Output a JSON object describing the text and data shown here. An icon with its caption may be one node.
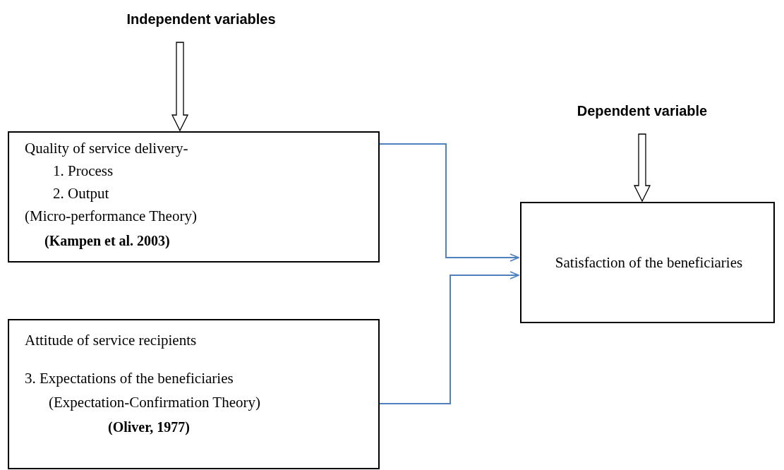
{
  "diagram": {
    "nodes": [
      {
        "text": [
          "Independent variables"
        ]
      },
      {
        "text": [
          "Quality of service delivery-",
          "1. Process",
          "2. Output",
          "(Micro-performance Theory)",
          "(Kampen et al. 2003)"
        ]
      },
      {
        "text": [
          "Dependent variable"
        ]
      },
      {
        "text": [
          "Satisfaction of the beneficiaries"
        ]
      },
      {
        "text": [
          "Attitude of service recipients",
          "3. Expectations of the beneficiaries",
          "(Expectation-Confirmation Theory)",
          "(Oliver, 1977)"
        ]
      }
    ],
    "edges": [
      {
        "from": 0,
        "to": 1,
        "arrow": "to",
        "style": "thick",
        "color": "#000000"
      },
      {
        "from": 2,
        "to": 3,
        "arrow": "to",
        "style": "thick",
        "color": "#000000"
      },
      {
        "from": 1,
        "to": 3,
        "arrow": "to",
        "color": "#4f81bd"
      },
      {
        "from": 4,
        "to": 3,
        "arrow": "to",
        "color": "#4f81bd"
      }
    ]
  }
}
